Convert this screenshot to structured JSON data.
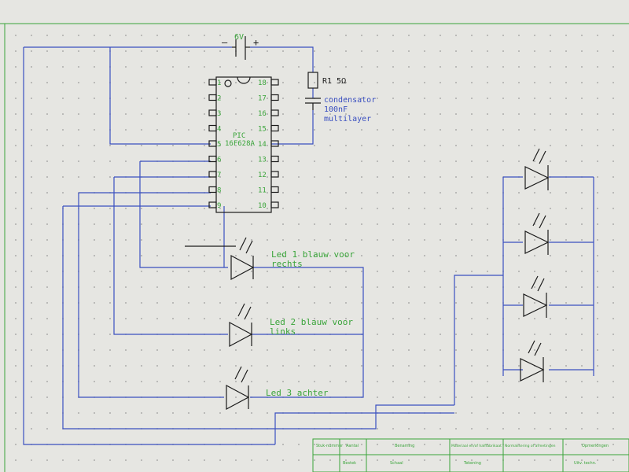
{
  "battery": {
    "label": "6V",
    "minus": "–",
    "plus": "+"
  },
  "resistor": {
    "label": "R1 5Ω"
  },
  "capacitor": {
    "lines": [
      "condensator",
      "100nF",
      "multilayer"
    ]
  },
  "ic": {
    "label_line1": "PIC",
    "label_line2": "16F628A",
    "pins_left": [
      "1",
      "2",
      "3",
      "4",
      "5",
      "6",
      "7",
      "8",
      "9"
    ],
    "pins_right": [
      "18",
      "17",
      "16",
      "15",
      "14",
      "13",
      "12",
      "11",
      "10"
    ]
  },
  "leds": [
    {
      "label": [
        "Led 1 blauw voor",
        "rechts"
      ]
    },
    {
      "label": [
        "Led 2 blauw voor",
        "links"
      ]
    },
    {
      "label": [
        "Led 3 achter"
      ]
    }
  ],
  "title_block": {
    "cells": [
      "Stuk-nummer",
      "Aantal",
      "Benaming",
      "Materiaal en/of halffabrikaat",
      "Normalisering of afmetingen",
      "Opmerkingen"
    ],
    "sub": [
      "Bestek",
      "Schaal",
      "Tekening",
      "Uitv. techn."
    ]
  },
  "colors": {
    "background": "#e6e6e2",
    "wire": "#3a4fc0",
    "text_green": "#3aa43a",
    "component": "#1c1c1c",
    "grid_dot": "#9a9a9a"
  }
}
